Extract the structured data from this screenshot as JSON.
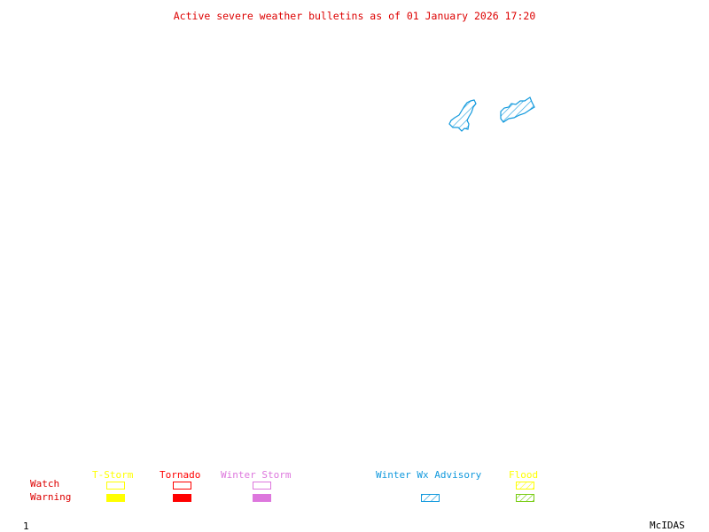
{
  "title": "Active severe weather bulletins as of 01 January 2026 17:20",
  "colors": {
    "title": "#dd0000",
    "tstorm": "#ffff00",
    "tornado": "#ff0000",
    "winter_storm": "#dd77dd",
    "winter_wx_advisory": "#1199dd",
    "flood_watch": "#ffff00",
    "flood_warning": "#77cc11",
    "row_labels": "#dd0000",
    "footer": "#000000"
  },
  "legend": {
    "row_labels": {
      "watch": "Watch",
      "warning": "Warning"
    },
    "categories": [
      {
        "name": "T-Storm",
        "watch": "outline",
        "warning": "filled"
      },
      {
        "name": "Tornado",
        "watch": "outline",
        "warning": "filled"
      },
      {
        "name": "Winter Storm",
        "watch": "outline",
        "warning": "filled"
      },
      {
        "name": "Winter Wx Advisory",
        "watch": null,
        "warning": "hatched"
      },
      {
        "name": "Flood",
        "watch": "hatched",
        "warning": "hatched"
      }
    ]
  },
  "map": {
    "areas": [
      {
        "type": "Winter Wx Advisory",
        "style": "hatched"
      },
      {
        "type": "Winter Wx Advisory",
        "style": "hatched"
      }
    ]
  },
  "footer": {
    "frame_number": "1",
    "brand": "McIDAS"
  }
}
